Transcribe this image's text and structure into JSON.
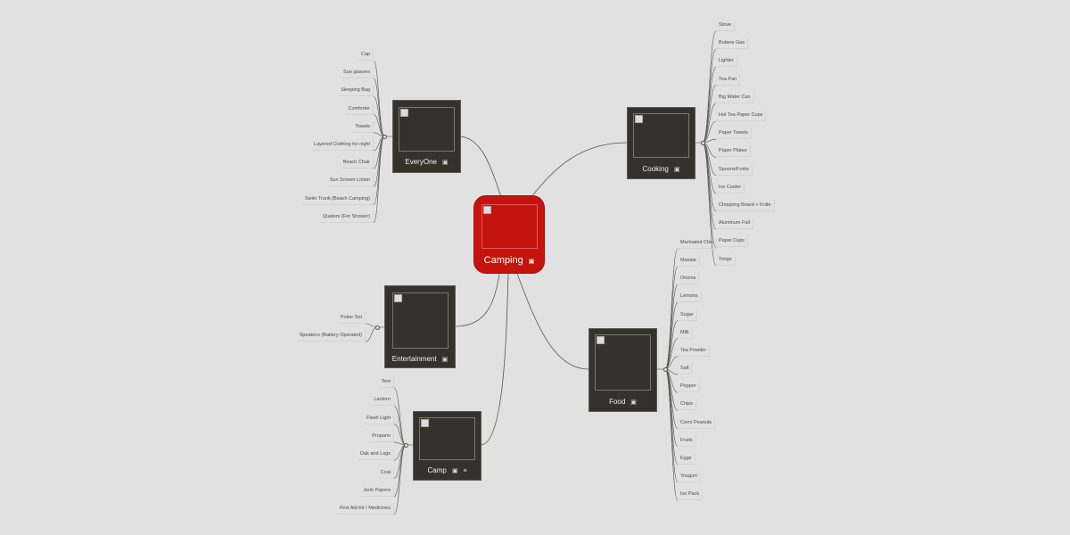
{
  "root": {
    "title": "Camping",
    "icon": "image-icon"
  },
  "branches": {
    "everyone": {
      "title": "EveryOne",
      "icon": "image-icon",
      "items": [
        "Cap",
        "Sun glasses",
        "Sleeping Bag",
        "Comforter",
        "Towels",
        "Layered Clothing for night",
        "Beach Chair",
        "Sun Screen Lotion",
        "Swim Trunk (Beach Camping)",
        "Quaters (For Shower)"
      ]
    },
    "cooking": {
      "title": "Cooking",
      "icon": "image-icon",
      "items": [
        "Stove",
        "Butane Gas",
        "Lighter",
        "Tea Pan",
        "Big Water Can",
        "Hot Tea Paper Cups",
        "Paper Towels",
        "Paper Plates",
        "Spoons/Forks",
        "Ice Cooler",
        "Chopping Board + Knife",
        "Aluminum Foil",
        "Paper Cups",
        "Tongs"
      ]
    },
    "entertainment": {
      "title": "Entertainment",
      "icon": "image-icon",
      "items": [
        "Poker Set",
        "Speakers (Battery Operated)"
      ]
    },
    "food": {
      "title": "Food",
      "icon": "image-icon",
      "items": [
        "Marinated Chic",
        "Masala",
        "Onions",
        "Lemons",
        "Sugar",
        "Milk",
        "Tea Powder",
        "Salt",
        "Pepper",
        "Chips",
        "Corn/ Peanuts",
        "Fruits",
        "Eggs",
        "Yougurt",
        "Ice Pack"
      ]
    },
    "camp": {
      "title": "Camp",
      "icon": "image-icon",
      "icon2": "notes-icon",
      "items": [
        "Tent",
        "Lantern",
        "Flash Light",
        "Propane",
        "Oak and Logs",
        "Coal",
        "Junk Papers",
        "First Aid Kit / Medicines"
      ]
    }
  },
  "colors": {
    "background": "#e1e1e1",
    "root": "#c4140d",
    "node": "#33322d",
    "line": "#555555"
  }
}
